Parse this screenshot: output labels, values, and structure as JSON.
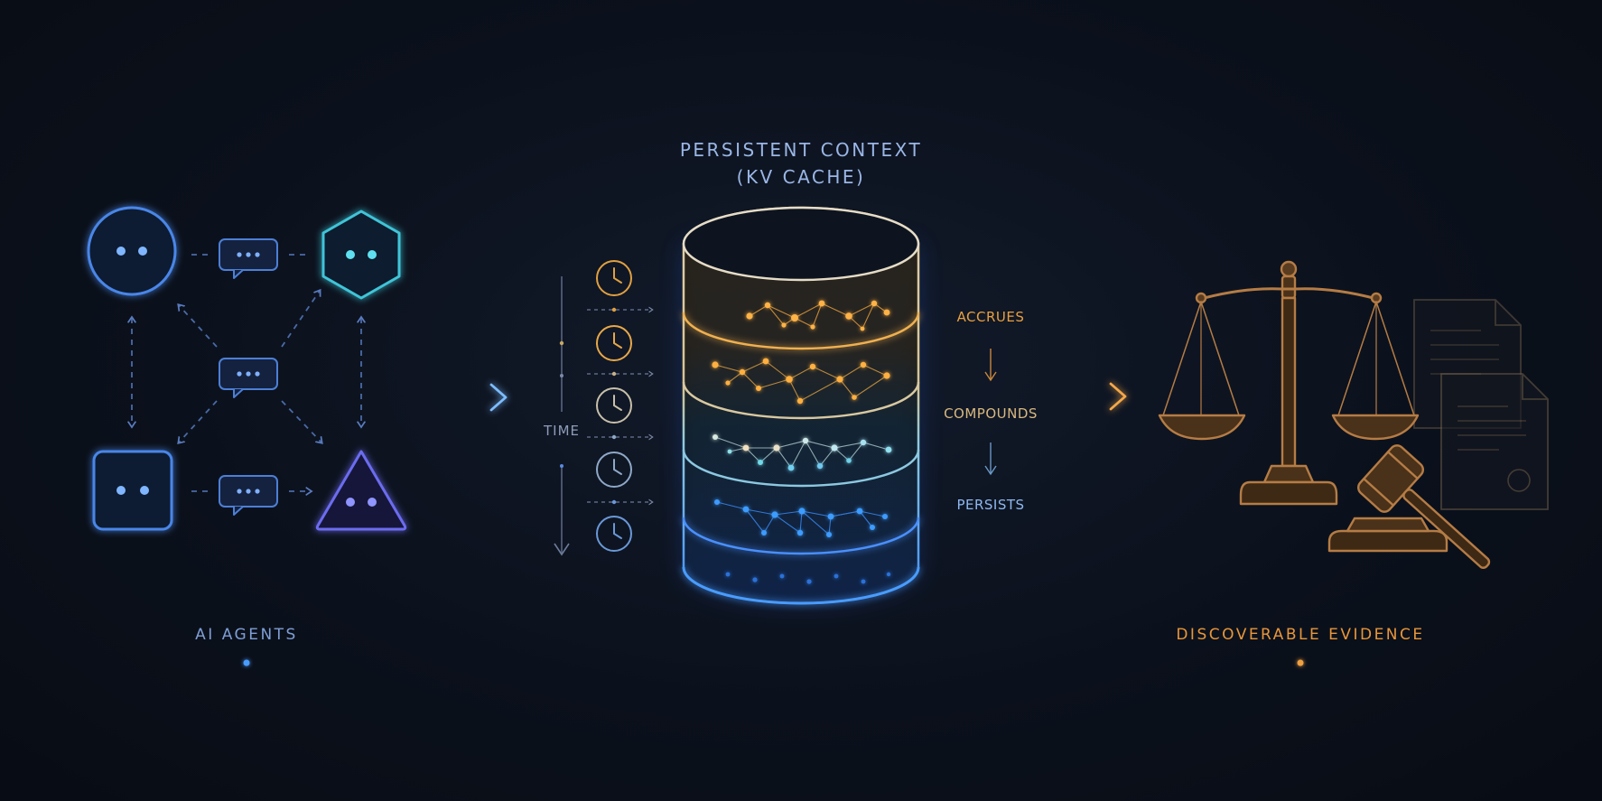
{
  "labels": {
    "context_title_line1": "PERSISTENT CONTEXT",
    "context_title_line2": "(KV CACHE)",
    "time": "TIME",
    "accrues": "ACCRUES",
    "compounds": "COMPOUNDS",
    "persists": "PERSISTS",
    "agents": "AI AGENTS",
    "evidence": "DISCOVERABLE EVIDENCE"
  },
  "icons": [
    "circle-agent-icon",
    "hexagon-agent-icon",
    "square-agent-icon",
    "triangle-agent-icon",
    "chat-bubble-icon",
    "clock-icon",
    "database-cylinder-icon",
    "scales-of-justice-icon",
    "gavel-icon",
    "document-icon",
    "arrow-right-icon",
    "arrow-down-icon"
  ],
  "colors": {
    "background": "#0b111c",
    "agent_blue": "#4a86e8",
    "agent_cyan": "#3fc4d8",
    "agent_violet": "#6c6cf0",
    "amber": "#e89a3c",
    "bronze": "#b07a45",
    "label_blue": "#8fb0e8",
    "evidence_orange": "#e8963a"
  }
}
